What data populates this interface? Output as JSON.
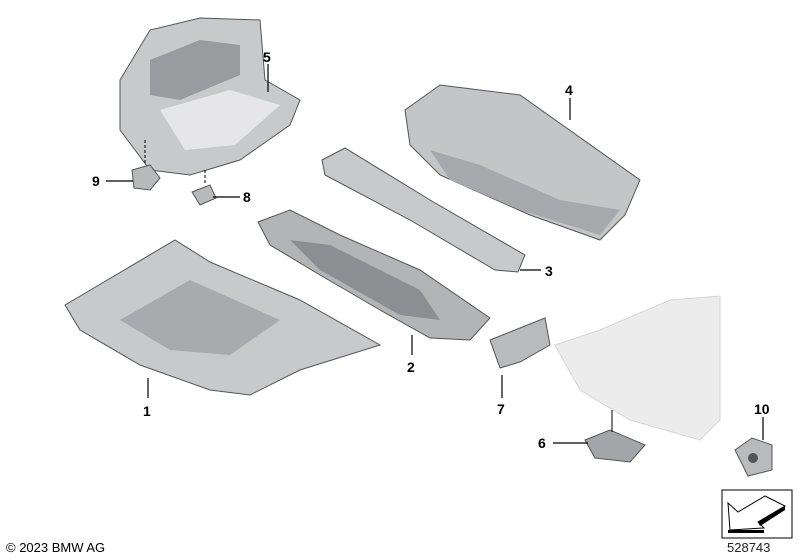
{
  "diagram": {
    "callouts": [
      {
        "label": "1",
        "part": "rear-floor-pan"
      },
      {
        "label": "2",
        "part": "center-floor-rail"
      },
      {
        "label": "3",
        "part": "floor-reinforcement-channel"
      },
      {
        "label": "4",
        "part": "floor-panel-front"
      },
      {
        "label": "5",
        "part": "spare-wheel-well"
      },
      {
        "label": "6",
        "part": "mounting-bracket"
      },
      {
        "label": "7",
        "part": "side-bracket"
      },
      {
        "label": "8",
        "part": "small-clip"
      },
      {
        "label": "9",
        "part": "small-bracket"
      },
      {
        "label": "10",
        "part": "stud-nut"
      }
    ],
    "colors": {
      "part_fill": "#c8c9cb",
      "part_dark": "#9a9b9e",
      "ghost_part": "#ececec"
    }
  },
  "footer": {
    "copyright": "© 2023 BMW AG",
    "diagram_number": "528743"
  }
}
